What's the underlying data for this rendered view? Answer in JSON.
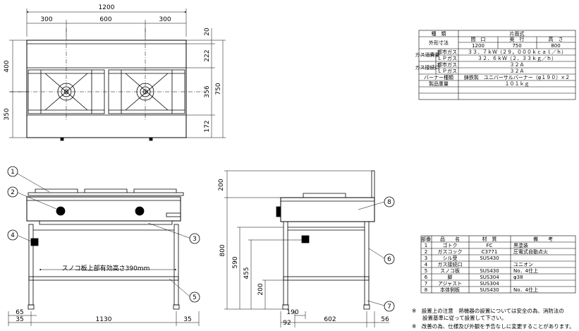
{
  "dimensions": {
    "top_overall_width": "1200",
    "top_seg_left": "300",
    "top_seg_mid": "600",
    "top_seg_right": "300",
    "top_left_upper": "400",
    "top_left_lower": "350",
    "top_right_20": "20",
    "top_right_222": "222",
    "top_right_356": "356",
    "top_right_172": "172",
    "top_right_750": "750",
    "front_65": "65",
    "front_35_left": "35",
    "front_1130": "1130",
    "front_35_right": "35",
    "shelf_note": "スノコ板上部有効高さ390mm",
    "side_200": "200",
    "side_800": "800",
    "side_590": "590",
    "side_455": "455",
    "side_200_low": "200",
    "side_190": "190",
    "side_92": "92",
    "side_602": "602",
    "side_56": "56"
  },
  "callouts": [
    "1",
    "2",
    "3",
    "4",
    "5",
    "6",
    "7",
    "8"
  ],
  "spec_table": {
    "header_type_label": "種　類",
    "header_type_value": "片面式",
    "outer_label": "外形寸法",
    "col_width": "間　口",
    "col_depth": "奥　行",
    "col_height": "高　さ",
    "val_width": "1200",
    "val_depth": "750",
    "val_height": "800",
    "gas_consumption_label": "ガス消費量",
    "city_gas": "都市ガス",
    "lp_gas": "ＬＰガス",
    "consumption_city": "３３．７ｋＷ（２９，０００ｋｃａｌ／ｈ）",
    "consumption_lp": "３２．６ｋＷ（２．３３ｋｇ／ｈ）",
    "connection_label": "ガス接続口",
    "connection_city": "３２Ａ",
    "connection_lp": "３２Ａ",
    "burner_label": "バーナー種類",
    "burner_value": "鋳鉄製　ユニバーサルバーナー（φ１９０）×２",
    "weight_label": "製品重量",
    "weight_value": "１０１ｋｇ"
  },
  "parts_table": {
    "headers": [
      "部番",
      "品　　名",
      "材　質",
      "備　　考"
    ],
    "rows": [
      [
        "1",
        "ゴトク",
        "FC",
        "黒塗装"
      ],
      [
        "2",
        "ガスコック",
        "C3771",
        "圧電式自動点火"
      ],
      [
        "3",
        "シル受",
        "SUS430",
        ""
      ],
      [
        "4",
        "ガス接続口",
        "",
        "ユニオン"
      ],
      [
        "5",
        "スノコ板",
        "SUS430",
        "No．4仕上"
      ],
      [
        "6",
        "脚",
        "SUS304",
        "φ38"
      ],
      [
        "7",
        "アジャスト",
        "SUS304",
        ""
      ],
      [
        "8",
        "本体側板",
        "SUS430",
        "No．4仕上"
      ]
    ]
  },
  "notes": {
    "note1_line1": "※　設置上の注意　熱機器の設置については安全の為、消防法の",
    "note1_line2": "　　設置基準に従って設置して下さい。",
    "note2": "※　改善の為、仕様及び外観を予告なしに変更することがあります。"
  }
}
